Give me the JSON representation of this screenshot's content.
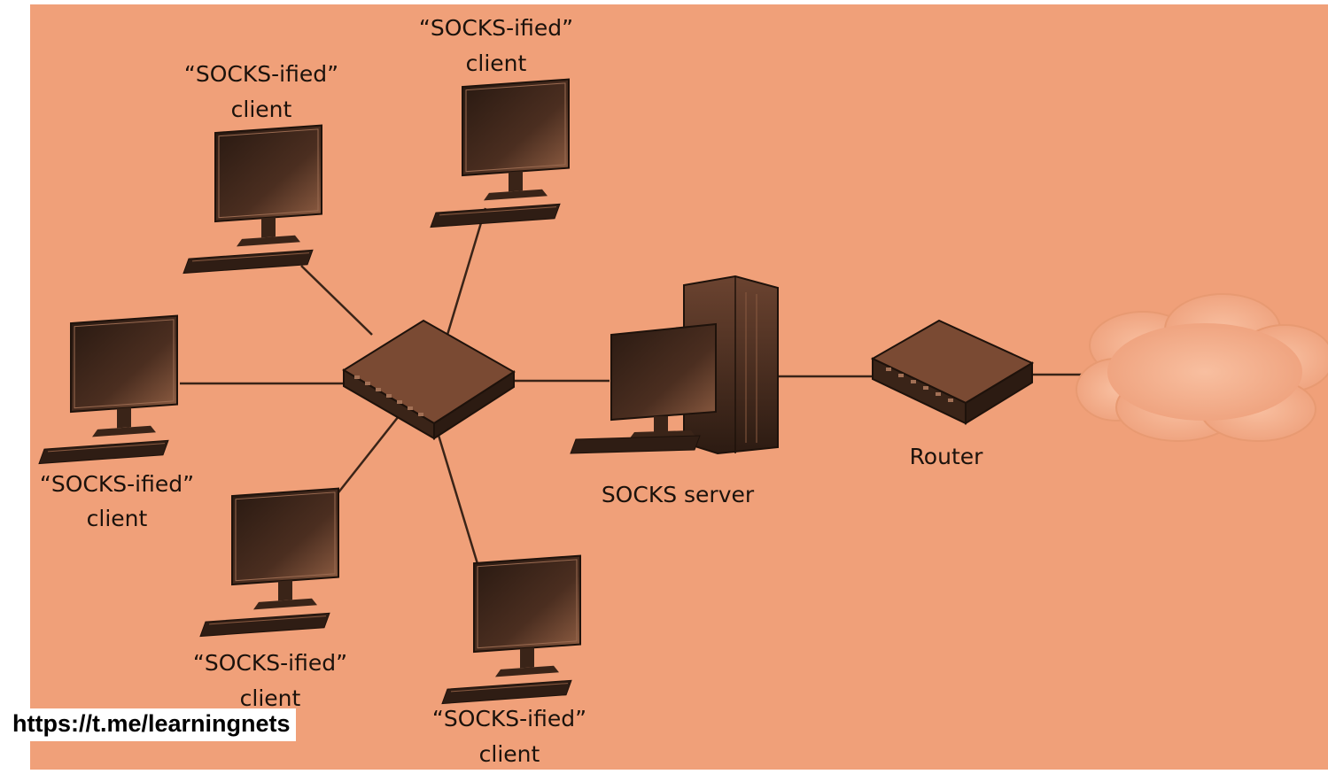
{
  "colors": {
    "background": "#f0a079",
    "device": "#3a2418",
    "device_light": "#7a4a33",
    "line": "#3a2418",
    "cloud": "#f6b896"
  },
  "labels": {
    "client_top_center_1": "“SOCKS-ified”",
    "client_top_center_2": "client",
    "client_top_left_1": "“SOCKS-ified”",
    "client_top_left_2": "client",
    "client_left_1": "“SOCKS-ified”",
    "client_left_2": "client",
    "client_bottom_left_1": "“SOCKS-ified”",
    "client_bottom_left_2": "client",
    "client_bottom_right_1": "“SOCKS-ified”",
    "client_bottom_right_2": "client",
    "server": "SOCKS server",
    "router": "Router"
  },
  "icons": {
    "client": "monitor-icon",
    "hub": "hub-icon",
    "server": "server-tower-icon",
    "router": "router-icon",
    "internet": "cloud-icon"
  },
  "watermark": "https://t.me/learningnets"
}
